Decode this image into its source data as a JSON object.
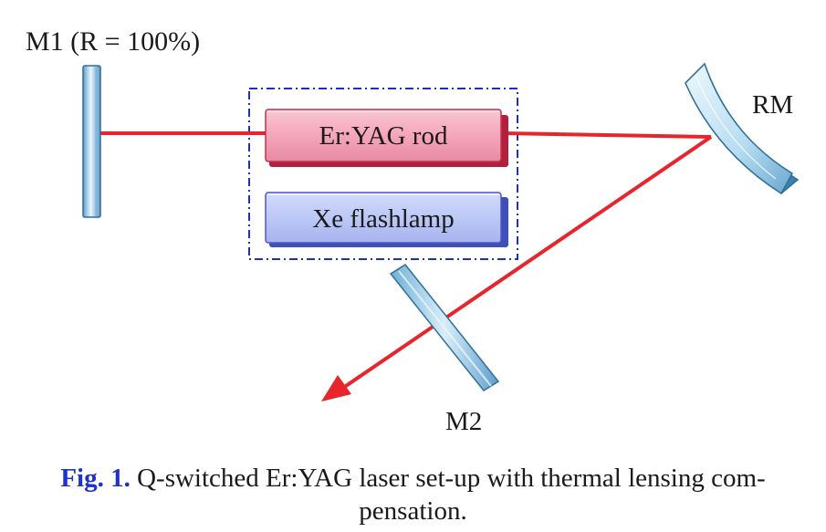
{
  "diagram": {
    "labels": {
      "m1": "M1 (R = 100%)",
      "rm": "RM",
      "m2": "M2",
      "rod": "Er:YAG rod",
      "lamp": "Xe flashlamp"
    },
    "colors": {
      "beam": "#e8242c",
      "mirror": "#a9d3ec",
      "mirror_edge": "#2f6f99",
      "rod_fill": "#f7a9bd",
      "rod_edge": "#c4304c",
      "lamp_fill": "#b9c5f5",
      "lamp_edge": "#4a58c6",
      "enclosure": "#1f2fb8"
    }
  },
  "caption": {
    "figure_number": "Fig. 1.",
    "text": "Q-switched Er:YAG laser set-up with thermal lensing com-pensation."
  }
}
